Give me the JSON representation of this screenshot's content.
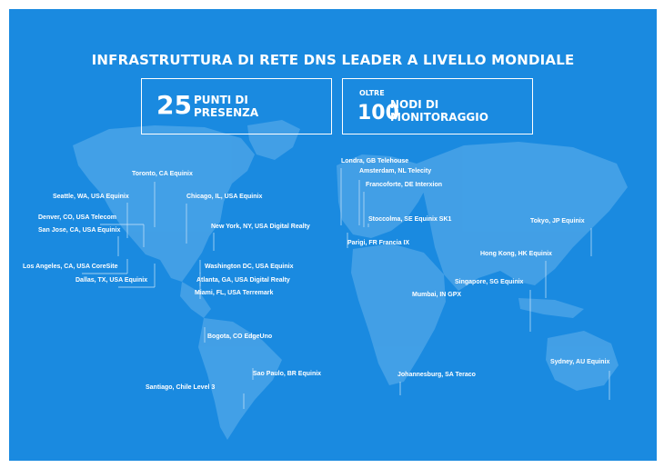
{
  "title": "INFRASTRUTTURA DI RETE DNS LEADER A LIVELLO MONDIALE",
  "stats": [
    {
      "number": "25",
      "pre": "",
      "line1": "PUNTI DI",
      "line2": "PRESENZA"
    },
    {
      "number": "100",
      "pre": "OLTRE",
      "line1": "NODI DI",
      "line2": "MONITORAGGIO"
    }
  ],
  "locations": [
    "Toronto, CA Equinix",
    "Seattle, WA, USA Equinix",
    "Chicago, IL, USA Equinix",
    "Denver, CO, USA Telecom",
    "San Jose, CA, USA Equinix",
    "New York, NY, USA Digital Realty",
    "Los Angeles, CA, USA CoreSite",
    "Washington DC, USA Equinix",
    "Dallas, TX, USA Equinix",
    "Atlanta, GA, USA Digital Realty",
    "Miami, FL, USA Terremark",
    "Bogota, CO EdgeUno",
    "Sao Paulo, BR Equinix",
    "Santiago, Chile Level 3",
    "Londra, GB Telehouse",
    "Amsterdam, NL Telecity",
    "Francoforte, DE Interxion",
    "Stoccolma, SE Equinix SK1",
    "Parigi, FR Francia IX",
    "Tokyo, JP Equinix",
    "Hong Kong, HK Equinix",
    "Singapore, SG Equinix",
    "Mumbai, IN GPX",
    "Johannesburg, SA Teraco",
    "Sydney, AU Equinix"
  ],
  "colors": {
    "background": "#1a8ae0",
    "land": "#4aa3e8",
    "text": "#ffffff"
  }
}
